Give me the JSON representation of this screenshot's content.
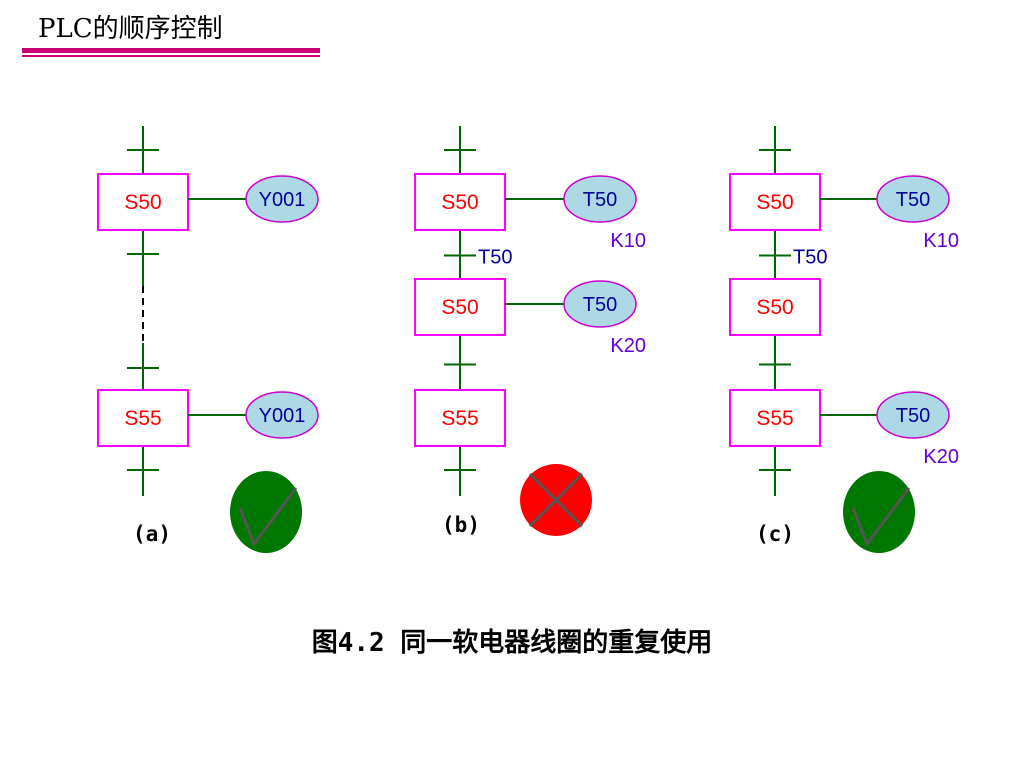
{
  "slide_title": "PLC的顺序控制",
  "accent_color": "#cc0077",
  "figure_caption": "图4.2 同一软电器线圈的重复使用",
  "colors": {
    "rail": "#006600",
    "step_box_border": "#ff00ff",
    "step_label": "#ff0000",
    "coil_fill": "#add8e6",
    "coil_border": "#cc00cc",
    "coil_label": "#000099",
    "setting_label": "#6600cc",
    "transition_label": "#000099",
    "ok_badge": "#007700",
    "error_badge": "#ff0000"
  },
  "panels": [
    {
      "caption": "(a)",
      "steps": [
        {
          "label": "S50",
          "coil": "Y001",
          "setting": ""
        },
        {
          "label": "S55",
          "coil": "Y001",
          "setting": ""
        }
      ],
      "transition_label": "",
      "badge": "check-icon"
    },
    {
      "caption": "(b)",
      "steps": [
        {
          "label": "S50",
          "coil": "T50",
          "setting": "K10"
        },
        {
          "label": "S50",
          "coil": "T50",
          "setting": "K20"
        },
        {
          "label": "S55",
          "coil": "",
          "setting": ""
        }
      ],
      "transition_label": "T50",
      "badge": "cross-icon"
    },
    {
      "caption": "(c)",
      "steps": [
        {
          "label": "S50",
          "coil": "T50",
          "setting": "K10"
        },
        {
          "label": "S50",
          "coil": "",
          "setting": ""
        },
        {
          "label": "S55",
          "coil": "T50",
          "setting": "K20"
        }
      ],
      "transition_label": "T50",
      "badge": "check-icon"
    }
  ]
}
